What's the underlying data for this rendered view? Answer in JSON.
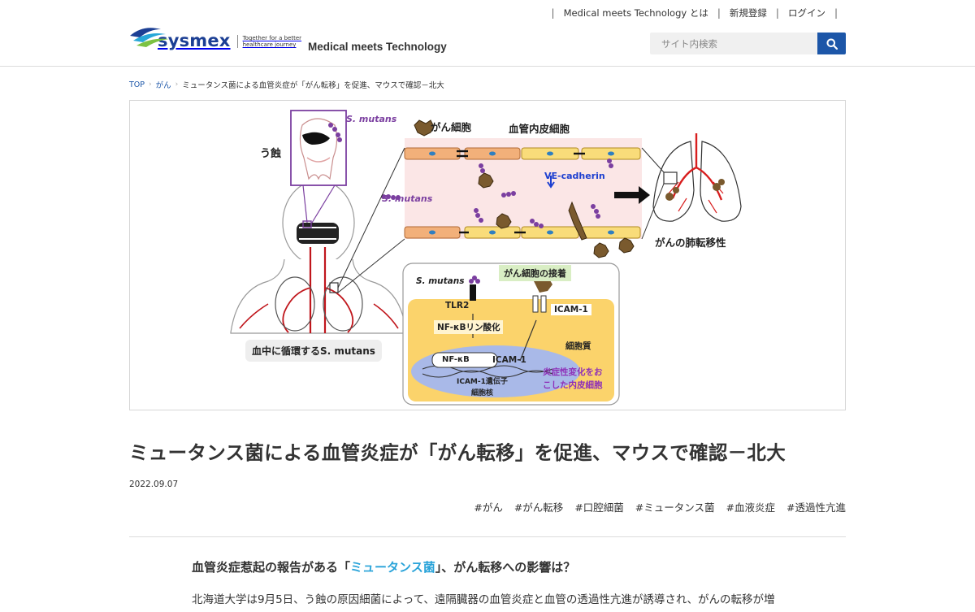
{
  "header": {
    "nav": [
      "Medical meets Technology とは",
      "新規登録",
      "ログイン"
    ],
    "logo_word": "sysmex",
    "logo_tagline": [
      "Together for a better",
      "healthcare journey"
    ],
    "site_title": "Medical meets Technology",
    "search_placeholder": "サイト内検索"
  },
  "breadcrumb": {
    "items": [
      "TOP",
      "がん",
      "ミュータンス菌による血管炎症が「がん転移」を促進、マウスで確認－北大"
    ]
  },
  "figure": {
    "labels": {
      "caries": "う蝕",
      "s_mutans_top": "S. mutans",
      "cancer_cell": "がん細胞",
      "endothelial": "血管内皮細胞",
      "s_mutans_mid": "S. mutans",
      "ve_cadherin": "VE-cadherin",
      "lung_metastasis": "がんの肺転移性",
      "circulating": "血中に循環するS. mutans",
      "s_mutans_box": "S. mutans",
      "adhesion": "がん細胞の接着",
      "tlr2": "TLR2",
      "nfkb_phos": "NF-κBリン酸化",
      "icam1_up": "ICAM-1",
      "cytoplasm": "細胞質",
      "nfkb": "NF-κB",
      "icam1_arrow": "ICAM-1",
      "icam1_gene": "ICAM-1遺伝子",
      "nucleus": "細胞核",
      "inflamed_line1": "炎症性変化をお",
      "inflamed_line2": "こした内皮細胞"
    },
    "colors": {
      "vessel_bg": "#fbe6e6",
      "cell_orange": "#f2b07a",
      "cell_yellow": "#f9dc7a",
      "bacteria": "#7b3fa0",
      "cancer": "#7a5a2e",
      "vessel_red": "#d81e1e",
      "inflamed_text": "#8e2fb8"
    }
  },
  "article": {
    "title": "ミュータンス菌による血管炎症が「がん転移」を促進、マウスで確認－北大",
    "date": "2022.09.07",
    "tags": [
      "#がん",
      "#がん転移",
      "#口腔細菌",
      "#ミュータンス菌",
      "#血液炎症",
      "#透過性亢進"
    ],
    "subhead_before": "血管炎症惹起の報告がある「",
    "subhead_highlight": "ミュータンス菌",
    "subhead_after": "」、がん転移への影響は？",
    "body": "北海道大学は9月5日、う蝕の原因細菌によって、遠隔臓器の血管炎症と血管の透過性亢進が誘導され、がんの転移が増"
  }
}
